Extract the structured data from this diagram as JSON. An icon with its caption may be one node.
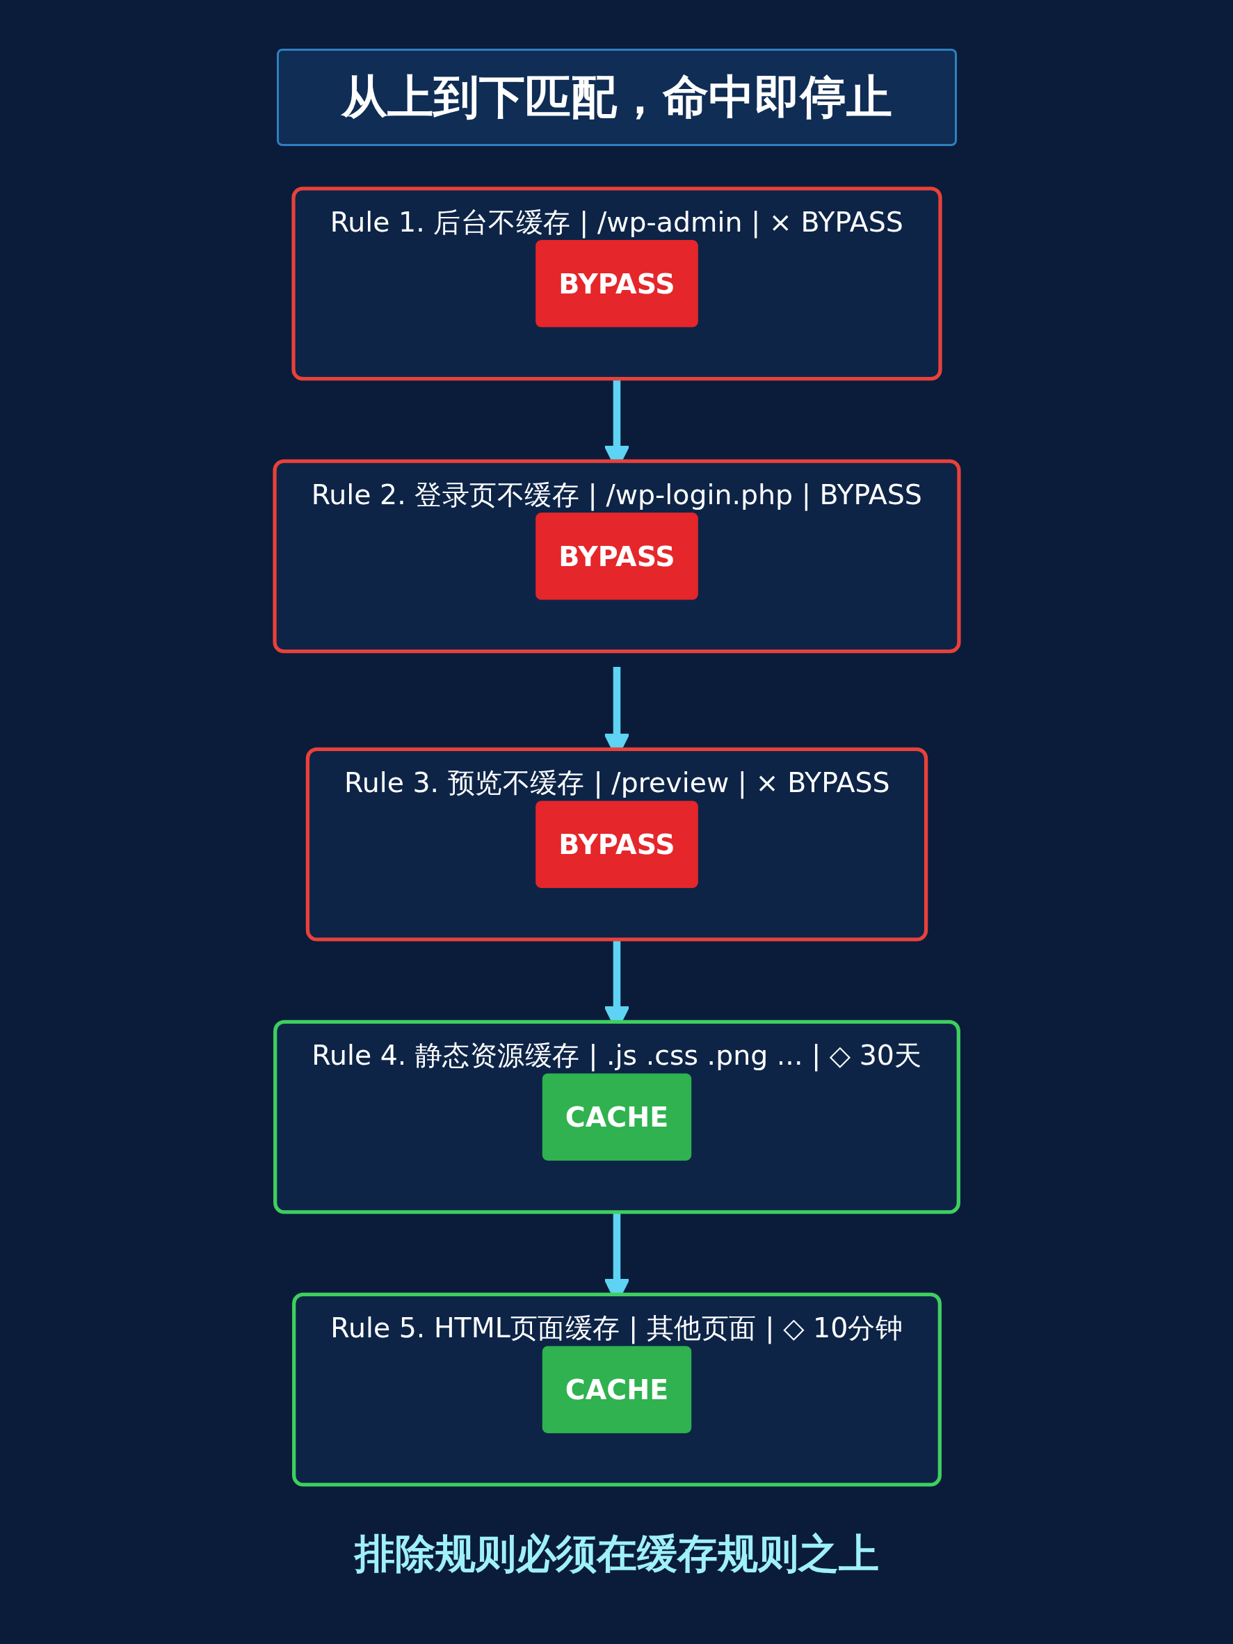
{
  "diagram": {
    "title": "从上到下匹配，命中即停止",
    "nodes": [
      {
        "text": [
          "Rule 1. 后台不缓存 | /wp-admin | × BYPASS"
        ]
      },
      {
        "text": [
          "BYPASS"
        ],
        "in": 0
      },
      {
        "text": [
          "Rule 2. 登录页不缓存 | /wp-login.php | BYPASS"
        ]
      },
      {
        "text": [
          "BYPASS"
        ],
        "in": 2
      },
      {
        "text": [
          "Rule 3. 预览不缓存 | /preview | × BYPASS"
        ]
      },
      {
        "text": [
          "BYPASS"
        ],
        "in": 4
      },
      {
        "text": [
          "Rule 4. 静态资源缓存 | .js .css .png ... | ◇ 30天"
        ]
      },
      {
        "text": [
          "CACHE"
        ],
        "in": 6
      },
      {
        "text": [
          "Rule 5. HTML页面缓存 | 其他页面 | ◇ 10分钟"
        ]
      },
      {
        "text": [
          "CACHE"
        ],
        "in": 8
      }
    ],
    "edges": [
      {
        "from": 0,
        "to": 2,
        "arrow": "to"
      },
      {
        "from": 2,
        "to": 4,
        "arrow": "to"
      },
      {
        "from": 4,
        "to": 6,
        "arrow": "to"
      },
      {
        "from": 6,
        "to": 8,
        "arrow": "to"
      }
    ],
    "caption": "排除规则必须在缓存规则之上"
  }
}
